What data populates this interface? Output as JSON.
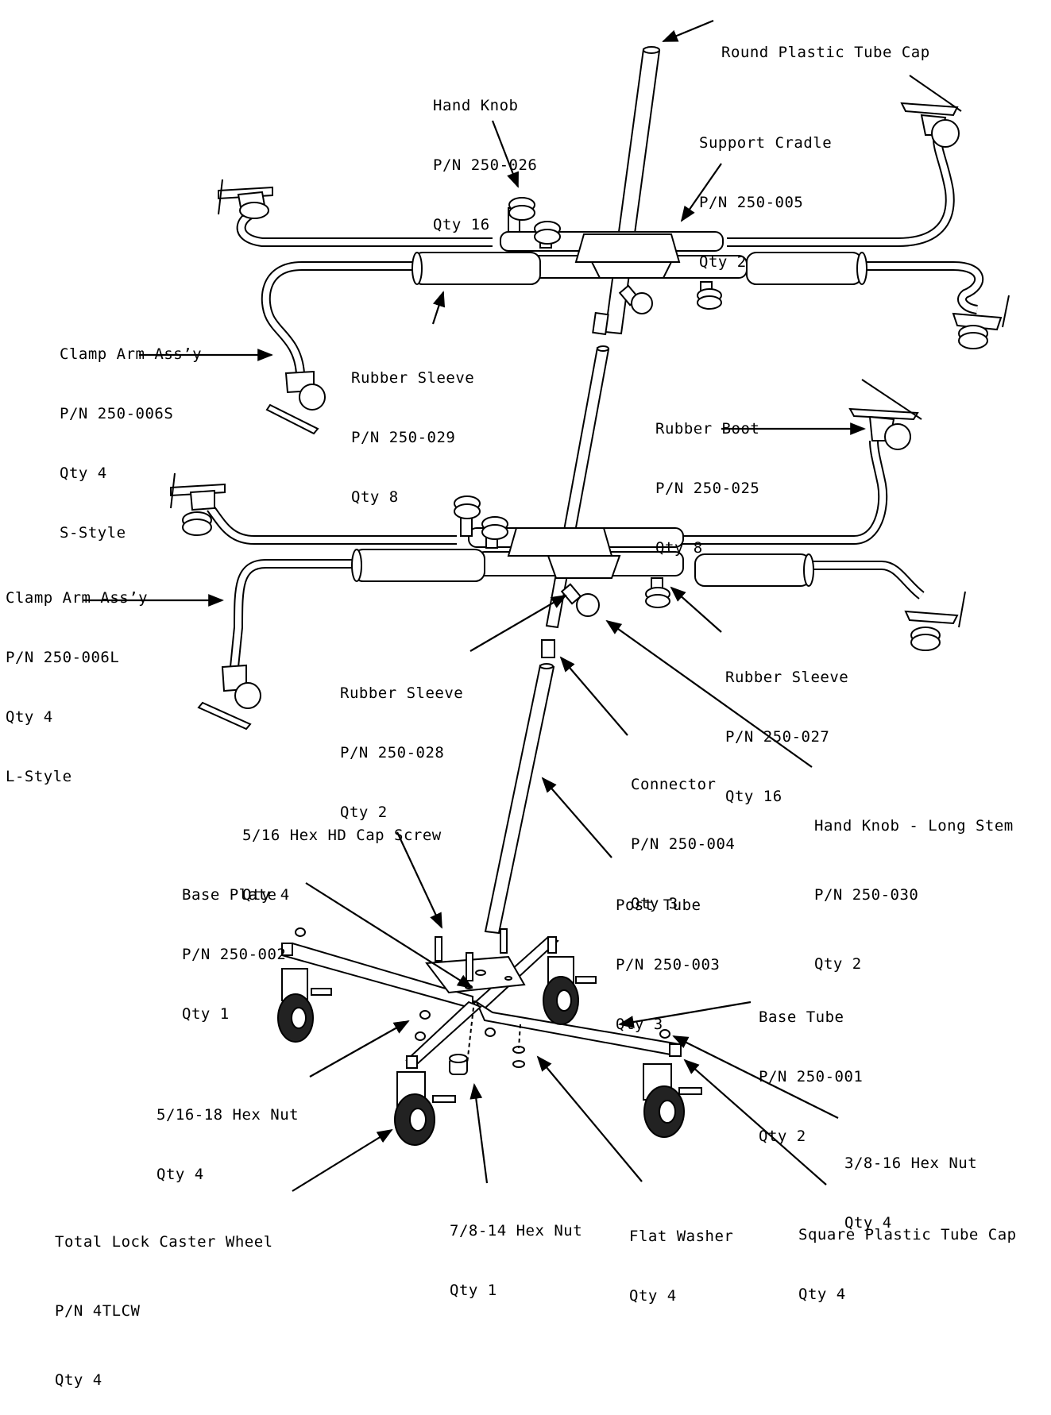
{
  "callouts": [
    {
      "id": "round-cap",
      "lines": [
        "Round Plastic Tube Cap"
      ]
    },
    {
      "id": "hand-knob",
      "lines": [
        "Hand Knob",
        "P/N 250-026",
        "Qty 16"
      ]
    },
    {
      "id": "support-cradle",
      "lines": [
        "Support Cradle",
        "P/N 250-005",
        "Qty 2"
      ]
    },
    {
      "id": "clamp-arm-s",
      "lines": [
        "Clamp Arm Ass’y",
        "P/N 250-006S",
        "Qty 4",
        "S-Style"
      ]
    },
    {
      "id": "rubber-sleeve-029",
      "lines": [
        "Rubber Sleeve",
        "P/N 250-029",
        "Qty 8"
      ]
    },
    {
      "id": "rubber-boot",
      "lines": [
        "Rubber Boot",
        "P/N 250-025",
        "Qty 8"
      ]
    },
    {
      "id": "clamp-arm-l",
      "lines": [
        "Clamp Arm Ass’y",
        "P/N 250-006L",
        "Qty 4",
        "L-Style"
      ]
    },
    {
      "id": "rubber-sleeve-028",
      "lines": [
        "Rubber Sleeve",
        "P/N 250-028",
        "Qty 2"
      ]
    },
    {
      "id": "rubber-sleeve-027",
      "lines": [
        "Rubber Sleeve",
        "P/N 250-027",
        "Qty 16"
      ]
    },
    {
      "id": "connector",
      "lines": [
        "Connector",
        "P/N 250-004",
        "Qty 3"
      ]
    },
    {
      "id": "hand-knob-long",
      "lines": [
        "Hand Knob - Long Stem",
        "P/N 250-030",
        "Qty 2"
      ]
    },
    {
      "id": "cap-screw",
      "lines": [
        "5/16 Hex HD Cap Screw",
        "Qty 4"
      ]
    },
    {
      "id": "base-plate",
      "lines": [
        "Base Plate",
        "P/N 250-002",
        "Qty 1"
      ]
    },
    {
      "id": "post-tube",
      "lines": [
        "Post Tube",
        "P/N 250-003",
        "Qty 3"
      ]
    },
    {
      "id": "base-tube",
      "lines": [
        "Base Tube",
        "P/N 250-001",
        "Qty 2"
      ]
    },
    {
      "id": "hex-nut-516",
      "lines": [
        "5/16-18 Hex Nut",
        "Qty 4"
      ]
    },
    {
      "id": "hex-nut-38",
      "lines": [
        "3/8-16 Hex Nut",
        "Qty 4"
      ]
    },
    {
      "id": "caster",
      "lines": [
        "Total Lock Caster Wheel",
        "P/N 4TLCW",
        "Qty 4"
      ]
    },
    {
      "id": "hex-nut-78",
      "lines": [
        "7/8-14 Hex Nut",
        "Qty 1"
      ]
    },
    {
      "id": "flat-washer",
      "lines": [
        "Flat Washer",
        "Qty 4"
      ]
    },
    {
      "id": "square-cap",
      "lines": [
        "Square Plastic Tube Cap",
        "Qty 4"
      ]
    }
  ]
}
